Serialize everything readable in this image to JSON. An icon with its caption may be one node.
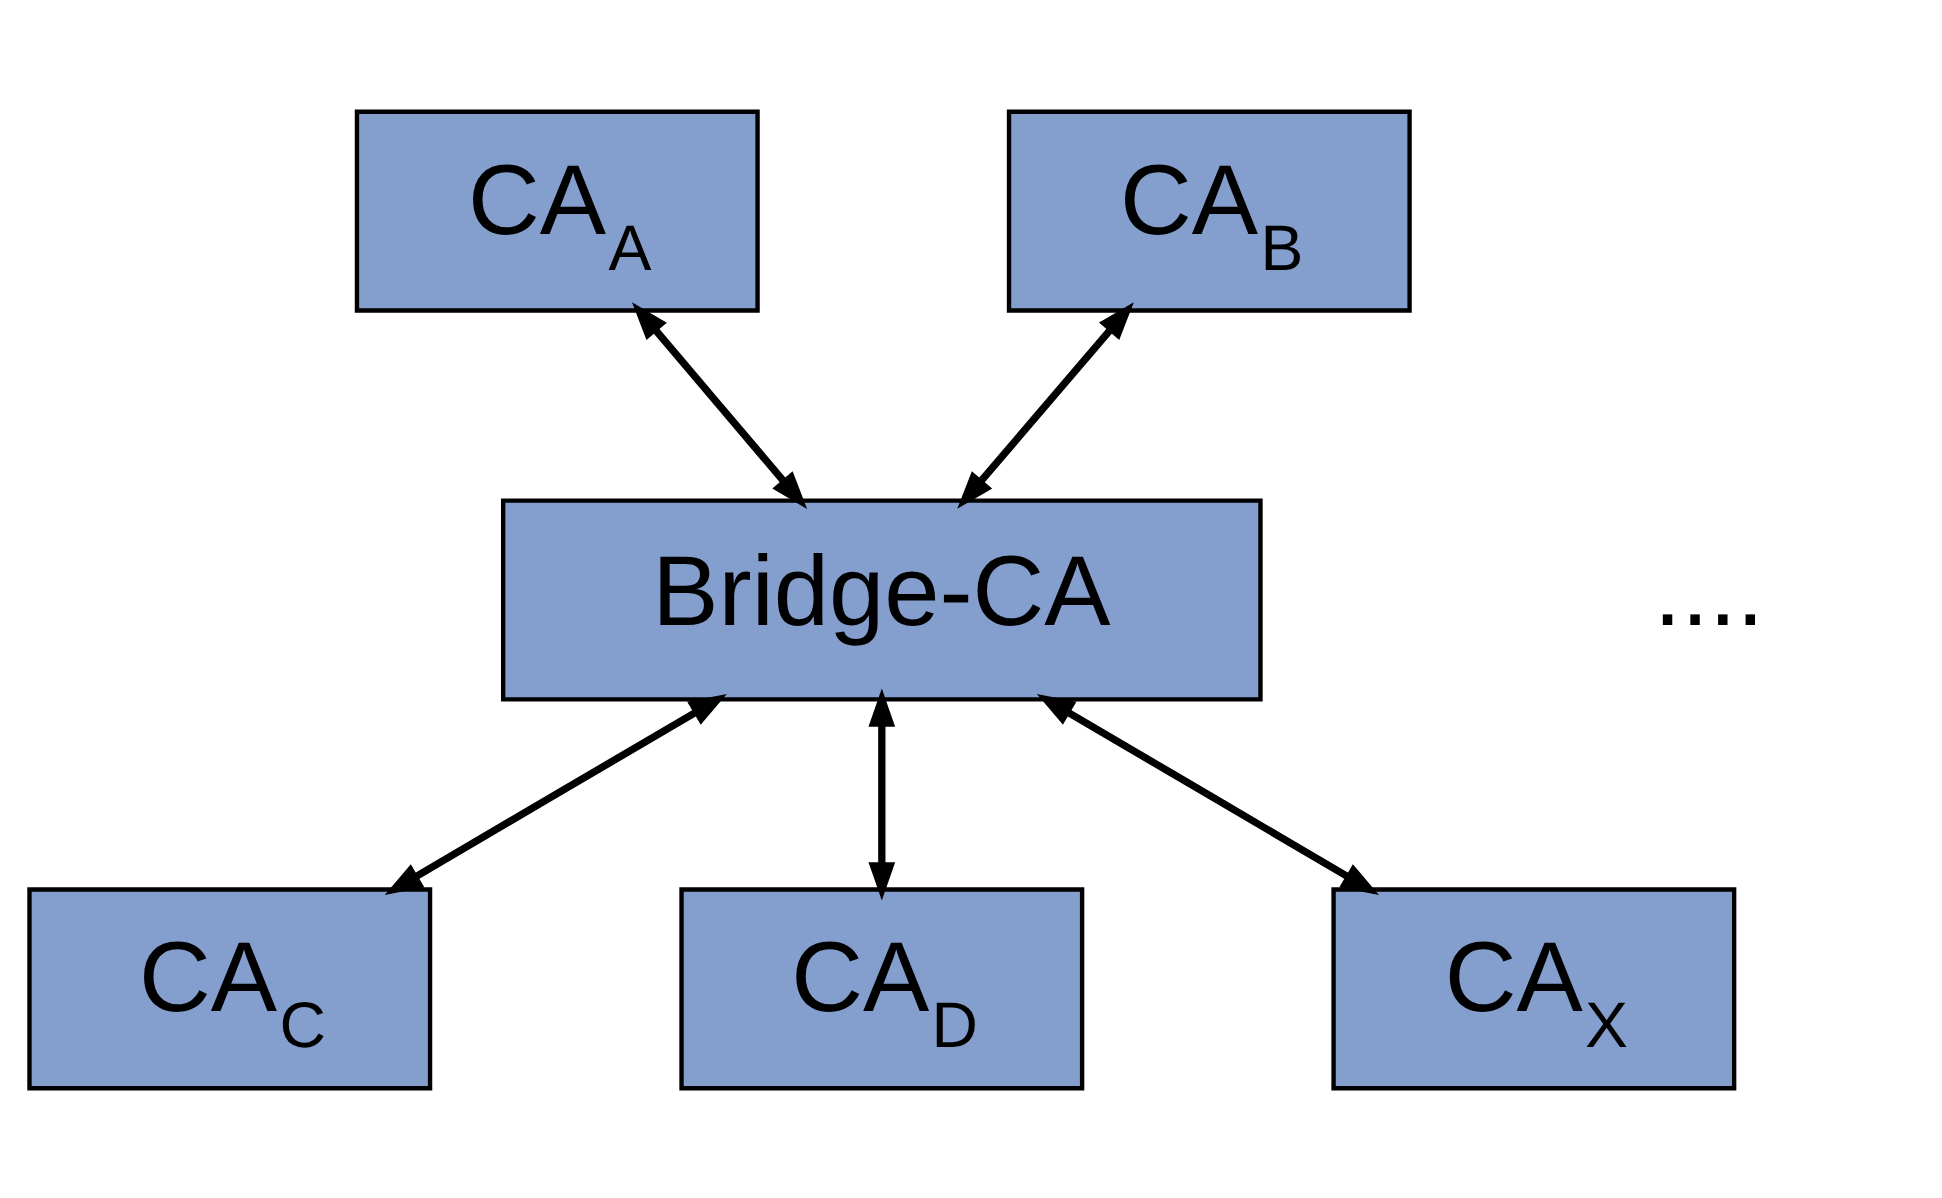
{
  "diagram": {
    "nodes": [
      {
        "text": [
          "CA$_{A}$"
        ]
      },
      {
        "text": [
          "CA$_{B}$"
        ]
      },
      {
        "text": [
          "Bridge-CA"
        ]
      },
      {
        "text": [
          "CA$_{C}$"
        ]
      },
      {
        "text": [
          "CA$_{D}$"
        ]
      },
      {
        "text": [
          "CA$_{X}$"
        ]
      }
    ],
    "edges": [
      {
        "from": 0,
        "to": 2,
        "arrow": "both"
      },
      {
        "from": 1,
        "to": 2,
        "arrow": "both"
      },
      {
        "from": 2,
        "to": 3,
        "arrow": "both"
      },
      {
        "from": 2,
        "to": 4,
        "arrow": "both"
      },
      {
        "from": 2,
        "to": 5,
        "arrow": "both"
      }
    ],
    "labels": [
      "...."
    ]
  }
}
